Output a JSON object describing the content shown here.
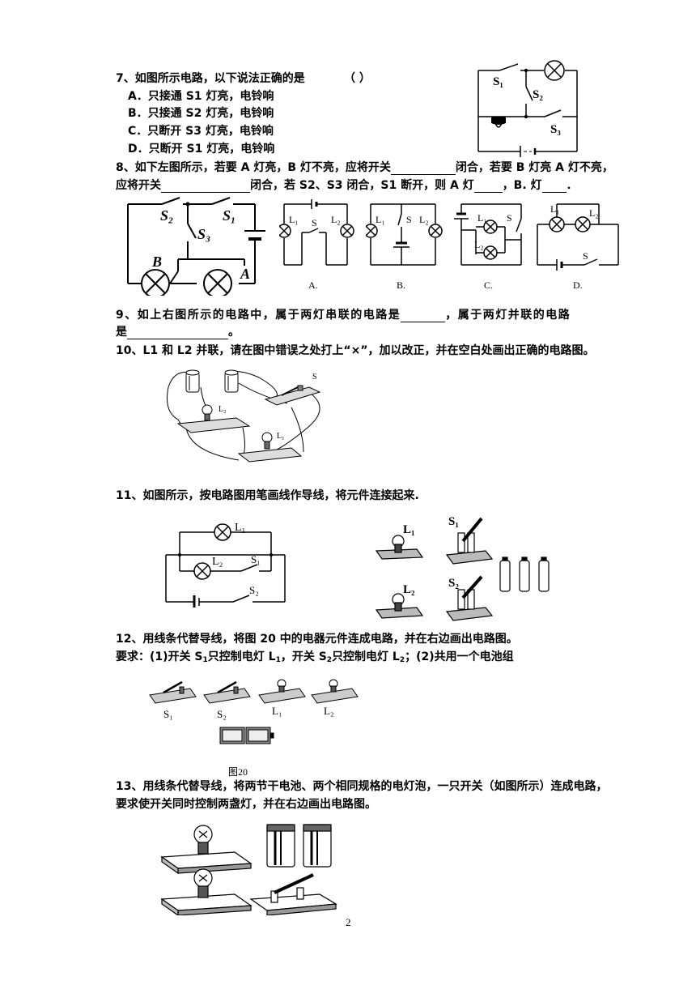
{
  "q7": {
    "stem": "7、如图所示电路，以下说法正确的是",
    "paren": "（          ）",
    "options": [
      "A．只接通 S1 灯亮，电铃响",
      "B．只接通 S2 灯亮，电铃响",
      "C．只断开 S3 灯亮，电铃响",
      "D．只断开 S1 灯亮，电铃响"
    ],
    "labels": {
      "s1": "S₁",
      "s2": "S₂",
      "s3": "S₃"
    }
  },
  "q8": {
    "line1_a": "8、如下左图所示，若要 A 灯亮，B 灯不亮，应将开关",
    "line1_b": "闭合，若要 B 灯亮 A 灯不亮，",
    "line2_a": "应将开关",
    "line2_b": "闭合，若 S2、S3 闭合，S1 断开，则 A 灯",
    "line2_c": "，B. 灯",
    "line2_d": "．",
    "labels": {
      "s2": "S₂",
      "s3": "S₃",
      "s1": "S₁",
      "b": "B",
      "a": "A"
    }
  },
  "q9": {
    "labels": {
      "L1": "L₁",
      "L2": "L₂",
      "S": "S",
      "A": "A.",
      "B": "B.",
      "C": "C.",
      "D": "D."
    },
    "line1_a": "9、如上右图所示的电路中，属于两灯串联的电路是",
    "line1_b": "，属于两灯并联的电路",
    "line2_a": "是",
    "line2_b": "。"
  },
  "q10": {
    "text": "10、L1 和 L2 并联，请在图中错误之处打上“×”，加以改正，并在空白处画出正确的电路图。",
    "labels": {
      "s": "S",
      "L2": "L₂",
      "L1": "L₁"
    }
  },
  "q11": {
    "text": "11、如图所示，按电路图用笔画线作导线，将元件连接起来.",
    "labels": {
      "L1": "L₁",
      "L2": "L₂",
      "S1": "S₁",
      "S2": "S₂"
    }
  },
  "q12": {
    "text": "12、用线条代替导线，将图 20 中的电器元件连成电路，并在右边画出电路图。",
    "req_a": "要求：(1)开关 S",
    "req_b": "只控制电灯 L",
    "req_c": "，开关 S",
    "req_d": "只控制电灯 L",
    "req_e": "；(2)共用一个电池组",
    "sub1": "1",
    "sub2": "2",
    "labels": {
      "s1": "S₁",
      "s2": "S₂",
      "L1": "L₁",
      "L2": "L₂"
    },
    "caption": "图20"
  },
  "q13": {
    "line1": "13、用线条代替导线，将两节干电池、两个相同规格的电灯泡，一只开关（如图所示）连成电路，",
    "line2": "要求使开关同时控制两盏灯，并在右边画出电路图。"
  },
  "page_number": "2"
}
